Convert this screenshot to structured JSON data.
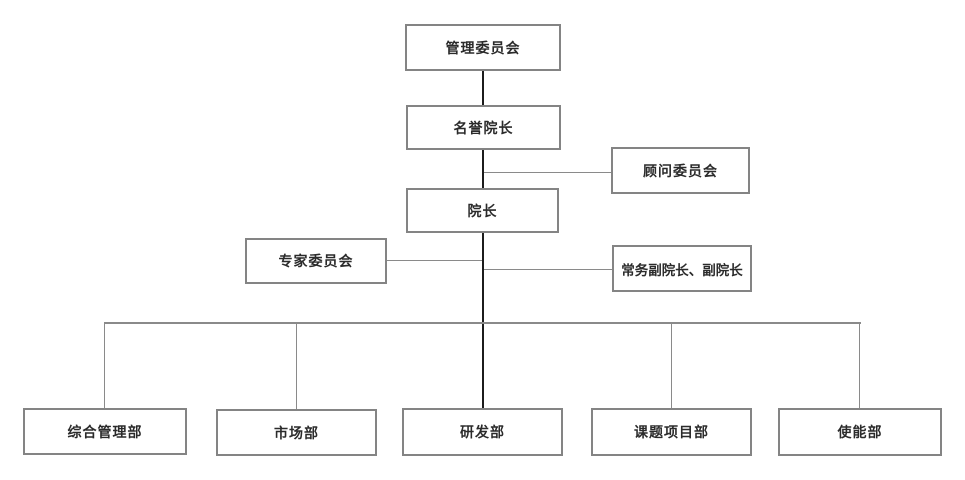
{
  "diagram": {
    "type": "org-chart",
    "line_colors": {
      "spine": "#1c1c1c",
      "branch": "#8a8a8a",
      "box_border": "#848484"
    },
    "nodes": {
      "management_committee": {
        "label": "管理委员会"
      },
      "honorary_dean": {
        "label": "名誉院长"
      },
      "advisory_committee": {
        "label": "顾问委员会"
      },
      "dean": {
        "label": "院长"
      },
      "expert_committee": {
        "label": "专家委员会"
      },
      "vice_deans": {
        "label": "常务副院长、副院长"
      },
      "dept_general_management": {
        "label": "综合管理部"
      },
      "dept_marketing": {
        "label": "市场部"
      },
      "dept_rnd": {
        "label": "研发部"
      },
      "dept_projects": {
        "label": "课题项目部"
      },
      "dept_enablement": {
        "label": "使能部"
      }
    }
  }
}
